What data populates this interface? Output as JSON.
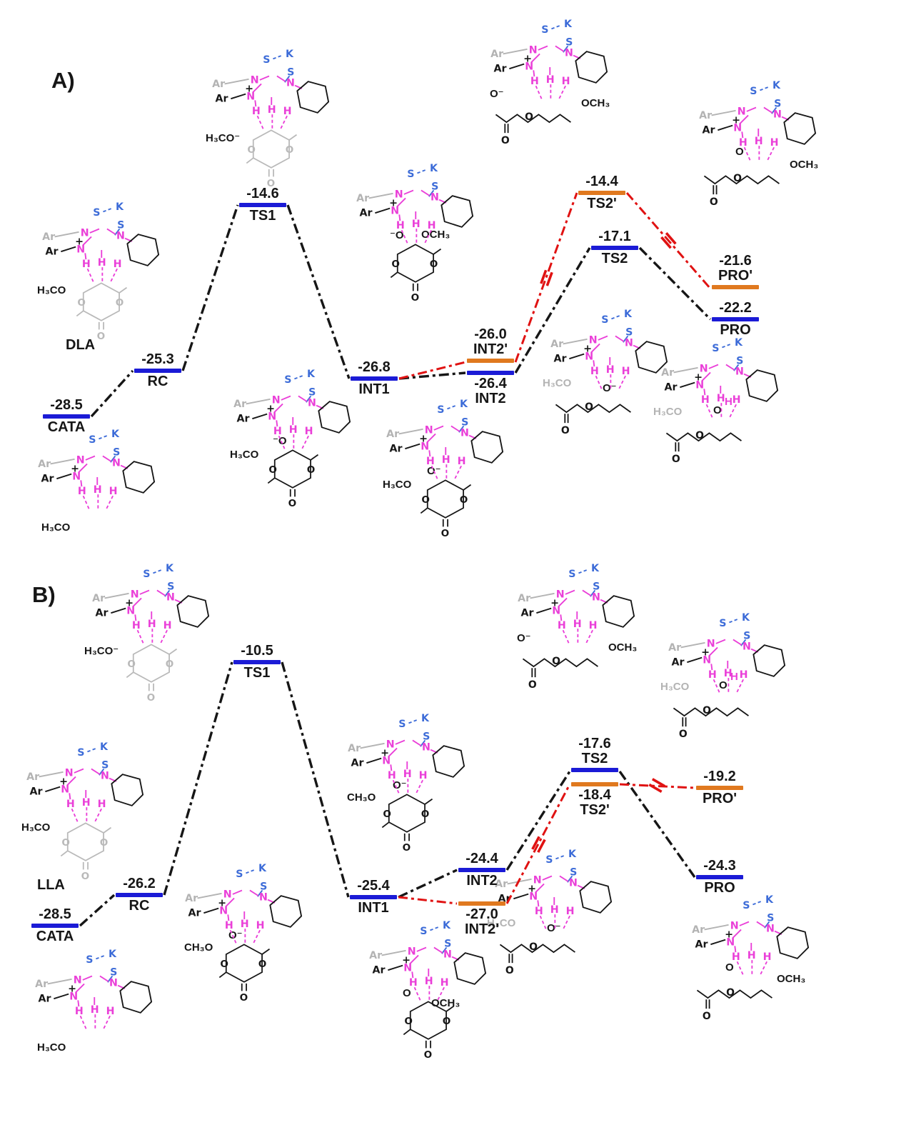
{
  "figure": {
    "panels": [
      {
        "id": "A",
        "label": "A)",
        "substrate": "DLA"
      },
      {
        "id": "B",
        "label": "B)",
        "substrate": "LLA"
      }
    ]
  },
  "chart_data": [
    {
      "type": "line",
      "variant": "reaction-energy-profile",
      "panel": "A",
      "substrate": "DLA",
      "levels": [
        {
          "label": "CATA",
          "value": -28.5,
          "display": "-28.5",
          "series": "main"
        },
        {
          "label": "RC",
          "value": -25.3,
          "display": "-25.3",
          "series": "main"
        },
        {
          "label": "TS1",
          "value": -14.6,
          "display": "-14.6",
          "series": "main"
        },
        {
          "label": "INT1",
          "value": -26.8,
          "display": "-26.8",
          "series": "main"
        },
        {
          "label": "INT2",
          "value": -26.4,
          "display": "-26.4",
          "series": "main"
        },
        {
          "label": "INT2'",
          "value": -26.0,
          "display": "-26.0",
          "series": "alt"
        },
        {
          "label": "TS2",
          "value": -17.1,
          "display": "-17.1",
          "series": "main"
        },
        {
          "label": "TS2'",
          "value": -14.4,
          "display": "-14.4",
          "series": "alt"
        },
        {
          "label": "PRO",
          "value": -22.2,
          "display": "-22.2",
          "series": "main"
        },
        {
          "label": "PRO'",
          "value": -21.6,
          "display": "-21.6",
          "series": "alt"
        }
      ],
      "main_path": [
        "CATA",
        "RC",
        "TS1",
        "INT1",
        "INT2",
        "TS2",
        "PRO"
      ],
      "alt_path": [
        "INT1",
        "INT2'",
        "TS2'",
        "PRO'"
      ],
      "main_color": "#1b1bd6",
      "alt_color": "#e0791f",
      "main_line_color": "#161616",
      "alt_line_color": "#e01212"
    },
    {
      "type": "line",
      "variant": "reaction-energy-profile",
      "panel": "B",
      "substrate": "LLA",
      "levels": [
        {
          "label": "CATA",
          "value": -28.5,
          "display": "-28.5",
          "series": "main"
        },
        {
          "label": "RC",
          "value": -26.2,
          "display": "-26.2",
          "series": "main"
        },
        {
          "label": "TS1",
          "value": -10.5,
          "display": "-10.5",
          "series": "main"
        },
        {
          "label": "INT1",
          "value": -25.4,
          "display": "-25.4",
          "series": "main"
        },
        {
          "label": "INT2",
          "value": -24.4,
          "display": "-24.4",
          "series": "main"
        },
        {
          "label": "INT2'",
          "value": -27.0,
          "display": "-27.0",
          "series": "alt"
        },
        {
          "label": "TS2",
          "value": -17.6,
          "display": "-17.6",
          "series": "main"
        },
        {
          "label": "TS2'",
          "value": -18.4,
          "display": "-18.4",
          "series": "alt"
        },
        {
          "label": "PRO",
          "value": -24.3,
          "display": "-24.3",
          "series": "main"
        },
        {
          "label": "PRO'",
          "value": -19.2,
          "display": "-19.2",
          "series": "alt"
        }
      ],
      "main_path": [
        "CATA",
        "RC",
        "TS1",
        "INT1",
        "INT2",
        "TS2",
        "PRO"
      ],
      "alt_path": [
        "INT1",
        "INT2'",
        "TS2'",
        "PRO'"
      ],
      "main_color": "#1b1bd6",
      "alt_color": "#e0791f",
      "main_line_color": "#161616",
      "alt_line_color": "#e01212"
    }
  ],
  "mol": {
    "k": "K",
    "s": "S",
    "ar": "Ar",
    "n": "N",
    "h": "H",
    "plus": "+",
    "o": "O",
    "o_minus": "O⁻",
    "minus_o": "⁻O",
    "h3co": "H₃CO",
    "h3co_minus": "H₃CO⁻",
    "och3": "OCH₃",
    "ch3o": "CH₃O",
    "dla": "DLA",
    "lla": "LLA"
  },
  "colors": {
    "level_main": "#1b1bd6",
    "level_alt": "#e0791f",
    "path_main": "#161616",
    "path_alt": "#e01212",
    "nh_magenta": "#ea3fd8",
    "ks_blue": "#3d6cd8",
    "ghost_gray": "#b3b3b3"
  }
}
